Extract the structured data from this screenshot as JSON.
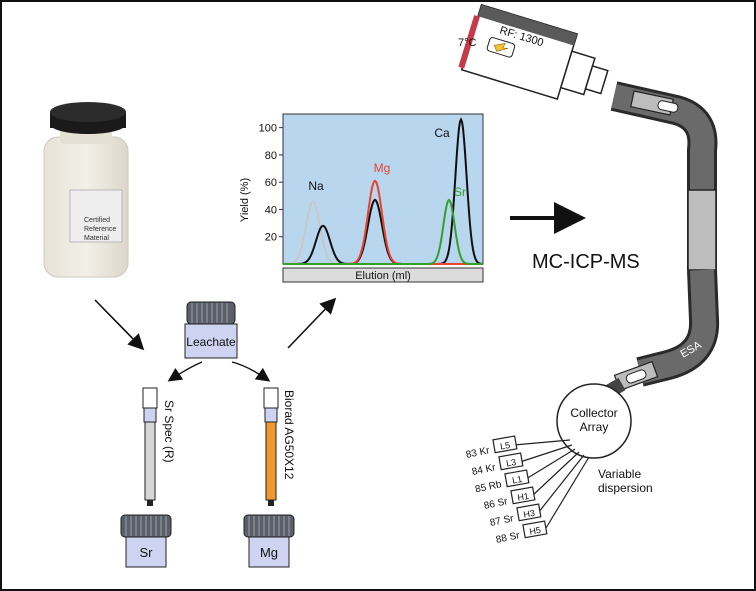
{
  "bottle": {
    "label_lines": [
      "Certified",
      "Reference",
      "Material"
    ]
  },
  "leachate_label": "Leachate",
  "columns": {
    "left_label": "Sr Spec (R)",
    "right_label": "Biorad AG50X12"
  },
  "vials": {
    "left": "Sr",
    "right": "Mg"
  },
  "chart_data": {
    "type": "line",
    "xlabel": "Elution (ml)",
    "ylabel": "Yield (%)",
    "ylim": [
      0,
      110
    ],
    "yticks": [
      "20",
      "40",
      "60",
      "80",
      "100"
    ],
    "peak_labels": [
      "Na",
      "Mg",
      "Ca",
      "Sr"
    ],
    "series": [
      {
        "name": "Na",
        "color": "#c8c8c8",
        "peaks": [
          {
            "x": 0.15,
            "height": 46
          }
        ]
      },
      {
        "name": "Na",
        "color": "#111111",
        "peaks": [
          {
            "x": 0.2,
            "height": 28
          },
          {
            "x": 0.46,
            "height": 47
          },
          {
            "x": 0.89,
            "height": 106
          }
        ]
      },
      {
        "name": "Mg",
        "color": "#e8432e",
        "peaks": [
          {
            "x": 0.46,
            "height": 61
          }
        ]
      },
      {
        "name": "Sr",
        "color": "#33a02c",
        "peaks": [
          {
            "x": 0.83,
            "height": 47
          }
        ]
      }
    ]
  },
  "instrument": {
    "name": "MC-ICP-MS",
    "temperature": "7°C",
    "rf": "RF: 1300",
    "esa_label": "ESA",
    "collector": [
      "Collector",
      "Array"
    ],
    "dispersion": [
      "Variable",
      "dispersion"
    ],
    "cups": [
      "L5",
      "L3",
      "L1",
      "H1",
      "H3",
      "H5"
    ],
    "isotopes": [
      "83 Kr",
      "84 Kr",
      "85 Rb",
      "86 Sr",
      "87 Sr",
      "88 Sr"
    ]
  }
}
